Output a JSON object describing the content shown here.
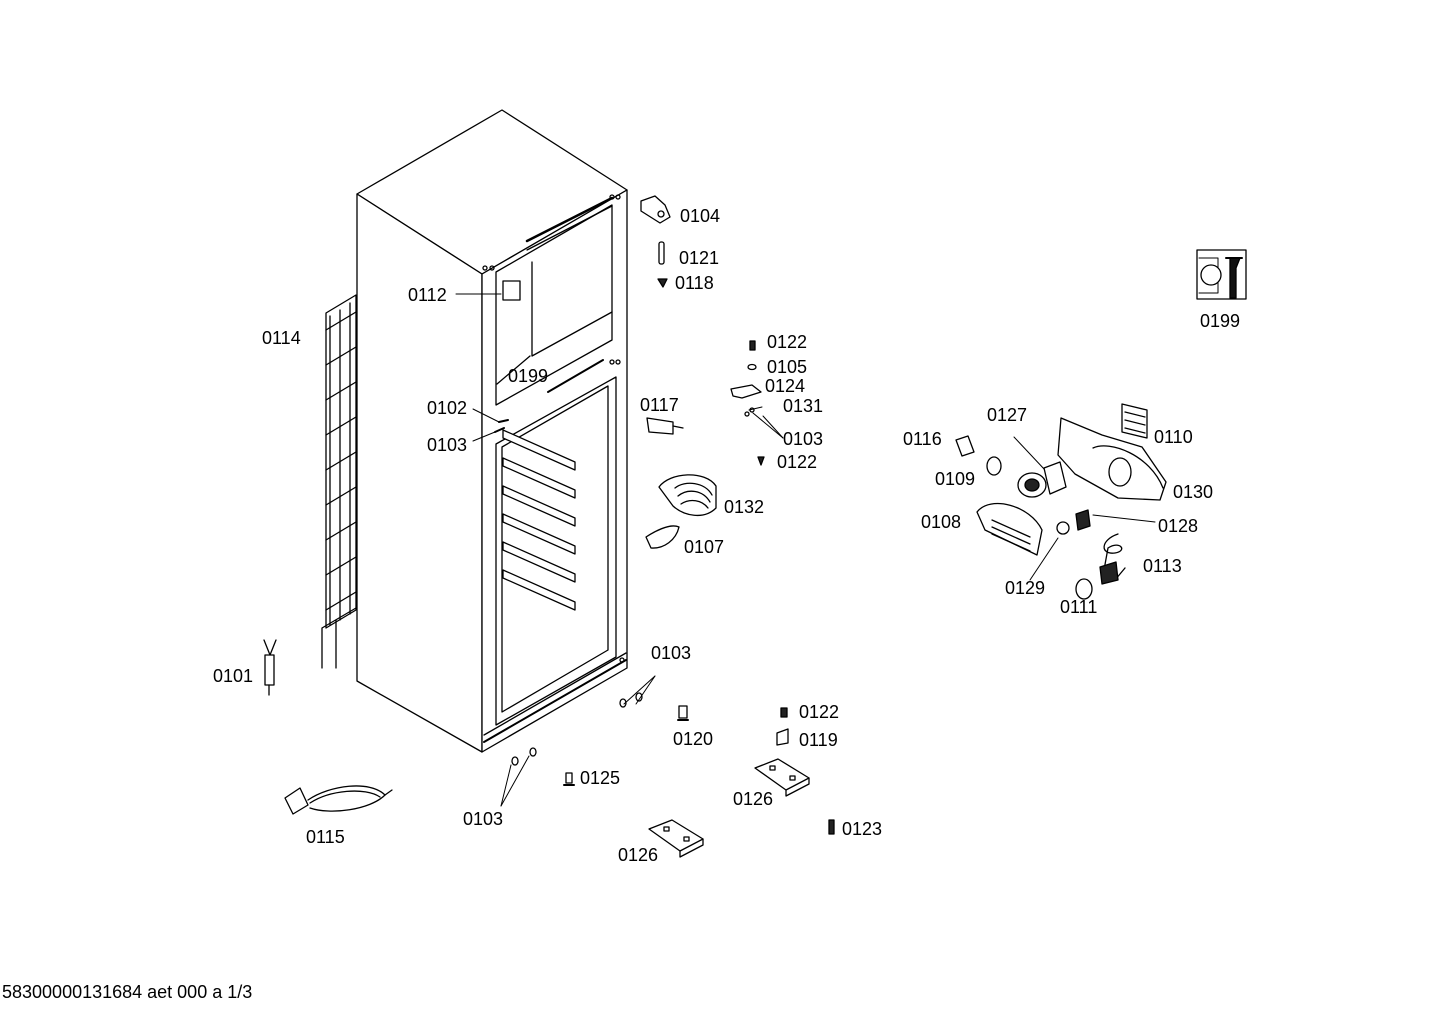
{
  "labels": {
    "p0104": "0104",
    "p0121": "0121",
    "p0118": "0118",
    "p0112": "0112",
    "p0114": "0114",
    "p0199a": "0199",
    "p0199b": "0199",
    "p0122a": "0122",
    "p0105": "0105",
    "p0124": "0124",
    "p0131": "0131",
    "p0103a": "0103",
    "p0122b": "0122",
    "p0117": "0117",
    "p0102": "0102",
    "p0103b": "0103",
    "p0132": "0132",
    "p0107": "0107",
    "p0127": "0127",
    "p0116": "0116",
    "p0110": "0110",
    "p0109": "0109",
    "p0130": "0130",
    "p0108": "0108",
    "p0128": "0128",
    "p0113": "0113",
    "p0129": "0129",
    "p0111": "0111",
    "p0103c": "0103",
    "p0101": "0101",
    "p0122c": "0122",
    "p0120": "0120",
    "p0119": "0119",
    "p0125": "0125",
    "p0126a": "0126",
    "p0115": "0115",
    "p0103d": "0103",
    "p0123": "0123",
    "p0126b": "0126"
  },
  "footer": "58300000131684 aet 000 a 1/3",
  "colors": {
    "line": "#000000",
    "background": "#ffffff",
    "fill_dark": "#222222",
    "fill_light": "#f4f4f4"
  }
}
